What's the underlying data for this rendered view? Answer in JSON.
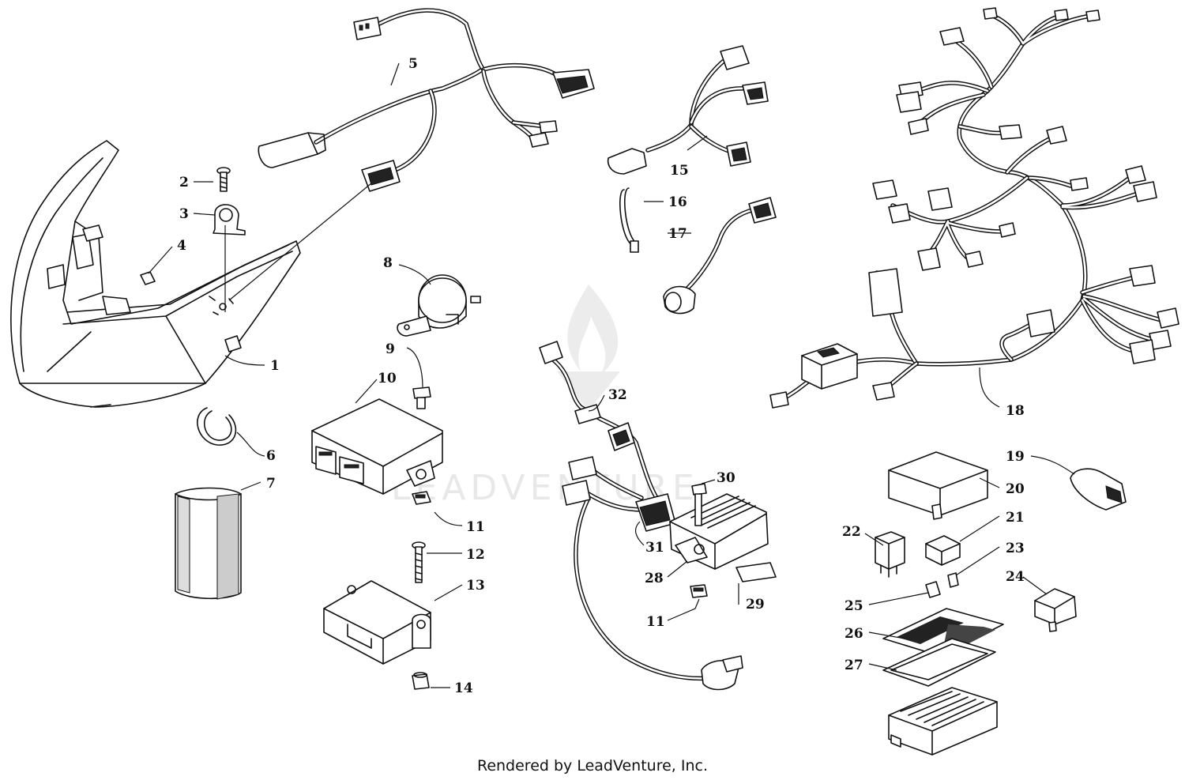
{
  "callouts": {
    "c1": "1",
    "c2": "2",
    "c3": "3",
    "c4": "4",
    "c5": "5",
    "c6": "6",
    "c7": "7",
    "c8": "8",
    "c9": "9",
    "c10": "10",
    "c11a": "11",
    "c11b": "11",
    "c12": "12",
    "c13": "13",
    "c14": "14",
    "c15": "15",
    "c16": "16",
    "c17": "17",
    "c18": "18",
    "c19": "19",
    "c20": "20",
    "c21": "21",
    "c22": "22",
    "c23": "23",
    "c24": "24",
    "c25": "25",
    "c26": "26",
    "c27": "27",
    "c28": "28",
    "c29": "29",
    "c30": "30",
    "c31": "31",
    "c32": "32"
  },
  "watermark": "LEADVENTURE",
  "footer": "Rendered by LeadVenture, Inc."
}
